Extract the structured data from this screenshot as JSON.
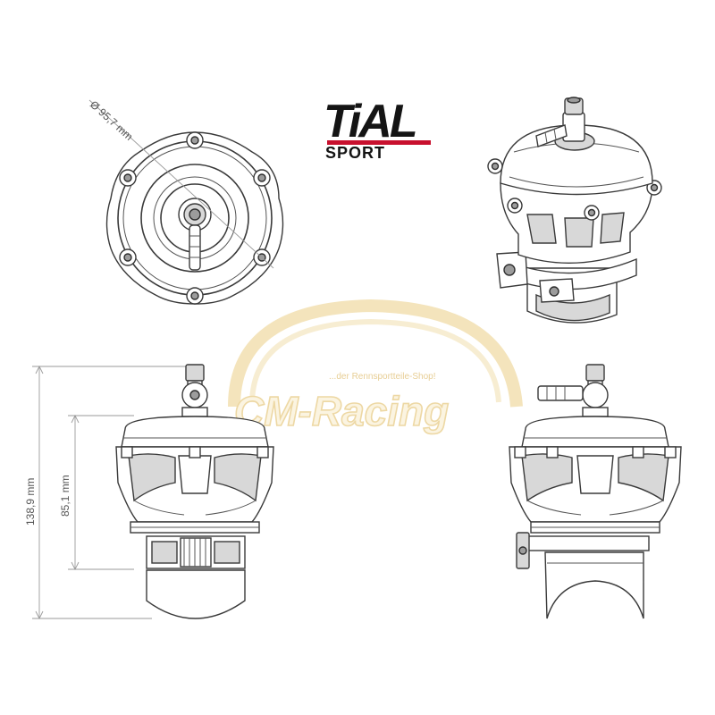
{
  "logo": {
    "brand_text": "TiAL",
    "sub_text": "SPORT",
    "accent_color": "#c8102e"
  },
  "watermark": {
    "tagline": "...der Rennsportteile-Shop!",
    "brand": "CM-Racing",
    "color": "#ecd49b"
  },
  "dimensions": {
    "diameter": "Ø 95,7 mm",
    "total_height": "138,9 mm",
    "body_height": "85,1 mm"
  },
  "views": [
    "top-view",
    "isometric-view",
    "front-view",
    "side-view"
  ]
}
